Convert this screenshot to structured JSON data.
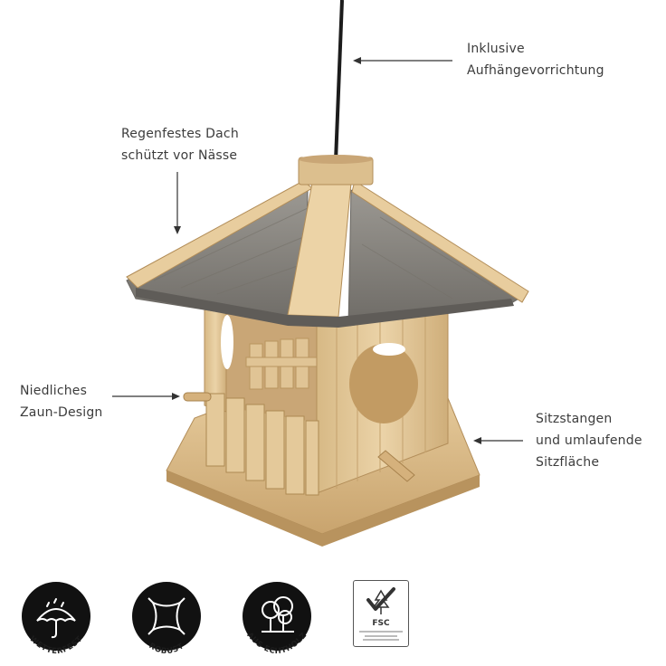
{
  "annotations": {
    "hanger": [
      "Inklusive",
      "Aufhängevorrichtung"
    ],
    "roof": [
      "Regenfestes Dach",
      "schützt vor Nässe"
    ],
    "fence": [
      "Niedliches",
      "Zaun-Design"
    ],
    "perch": [
      "Sitzstangen",
      "und umlaufende",
      "Sitzfläche"
    ]
  },
  "badges": [
    {
      "label": "WETTERFEST",
      "icon": "umbrella-rain-icon"
    },
    {
      "label": "ROBUST",
      "icon": "stretch-square-icon"
    },
    {
      "label": "AUS ECHTHOLZ",
      "icon": "trees-icon"
    }
  ],
  "fsc": {
    "logo": "FSC"
  },
  "colors": {
    "wood_light": "#e2c79b",
    "wood_mid": "#cfae7a",
    "wood_dark": "#a8844f",
    "roof_gray": "#8d8a84",
    "badge_black": "#111111",
    "arrow": "#333333"
  }
}
